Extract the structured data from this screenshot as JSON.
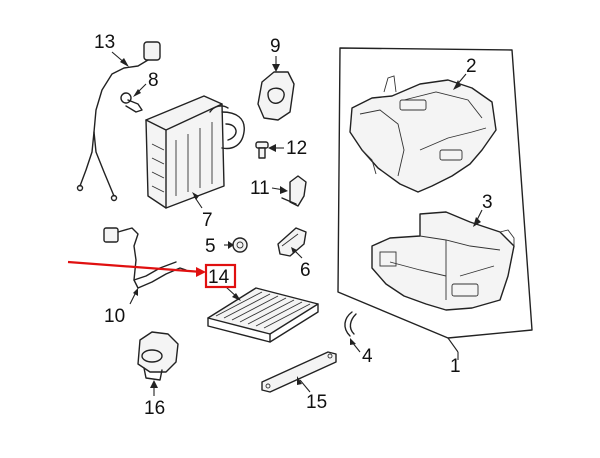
{
  "callouts": {
    "c1": "1",
    "c2": "2",
    "c3": "3",
    "c4": "4",
    "c5": "5",
    "c6": "6",
    "c7": "7",
    "c8": "8",
    "c9": "9",
    "c10": "10",
    "c11": "11",
    "c12": "12",
    "c13": "13",
    "c14": "14",
    "c15": "15",
    "c16": "16"
  },
  "colors": {
    "line": "#222222",
    "highlight": "#e01010",
    "background": "#ffffff"
  }
}
